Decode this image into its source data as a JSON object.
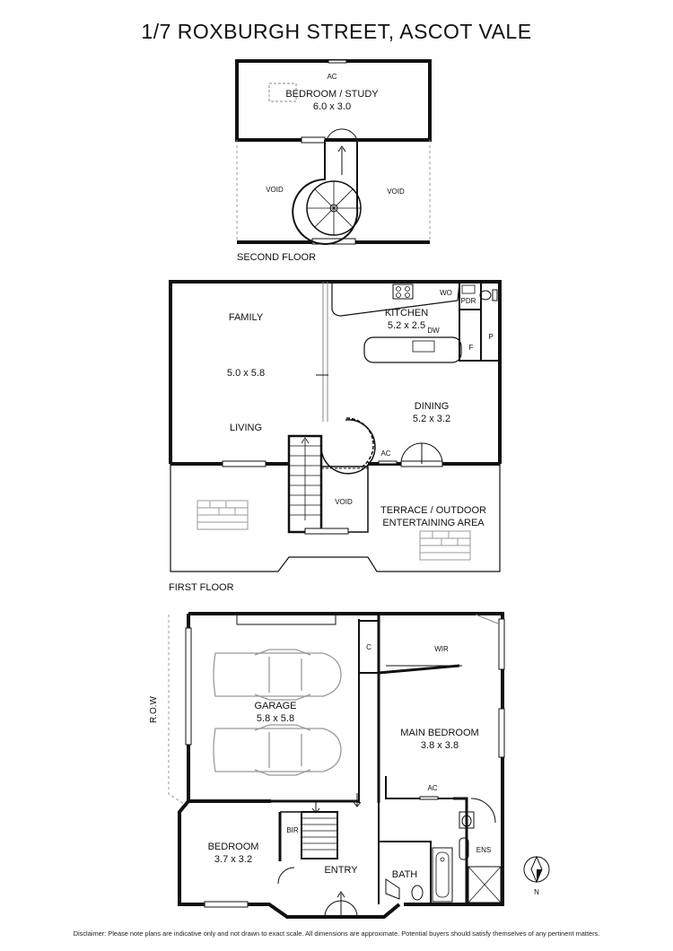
{
  "title": "1/7 ROXBURGH STREET, ASCOT VALE",
  "disclaimer": "Disclaimer: Please note plans are indicative only and not drawn to exact scale. All dimensions are approximate. Potential buyers should satisfy themselves of any pertinent matters.",
  "compass_label": "N",
  "second_floor": {
    "label": "SECOND FLOOR",
    "bedroom_name": "BEDROOM / STUDY",
    "bedroom_size": "6.0 x 3.0",
    "ac": "AC",
    "void_left": "VOID",
    "void_right": "VOID"
  },
  "first_floor": {
    "label": "FIRST FLOOR",
    "family": "FAMILY",
    "family_size": "5.0 x 5.8",
    "living": "LIVING",
    "kitchen": "KITCHEN",
    "kitchen_size": "5.2 x 2.5",
    "dining": "DINING",
    "dining_size": "5.2 x 3.2",
    "wo": "WO",
    "pdr": "PDR",
    "dw": "DW",
    "f": "F",
    "p": "P",
    "ac": "AC",
    "void": "VOID",
    "terrace_line1": "TERRACE / OUTDOOR",
    "terrace_line2": "ENTERTAINING AREA"
  },
  "ground_floor": {
    "row": "R.O.W",
    "garage": "GARAGE",
    "garage_size": "5.8 x 5.8",
    "c": "C",
    "wir": "WIR",
    "main_bedroom": "MAIN BEDROOM",
    "main_bedroom_size": "3.8 x 3.8",
    "ac": "AC",
    "bir": "BIR",
    "bedroom": "BEDROOM",
    "bedroom_size": "3.7 x 3.2",
    "entry": "ENTRY",
    "bath": "BATH",
    "ens": "ENS"
  }
}
